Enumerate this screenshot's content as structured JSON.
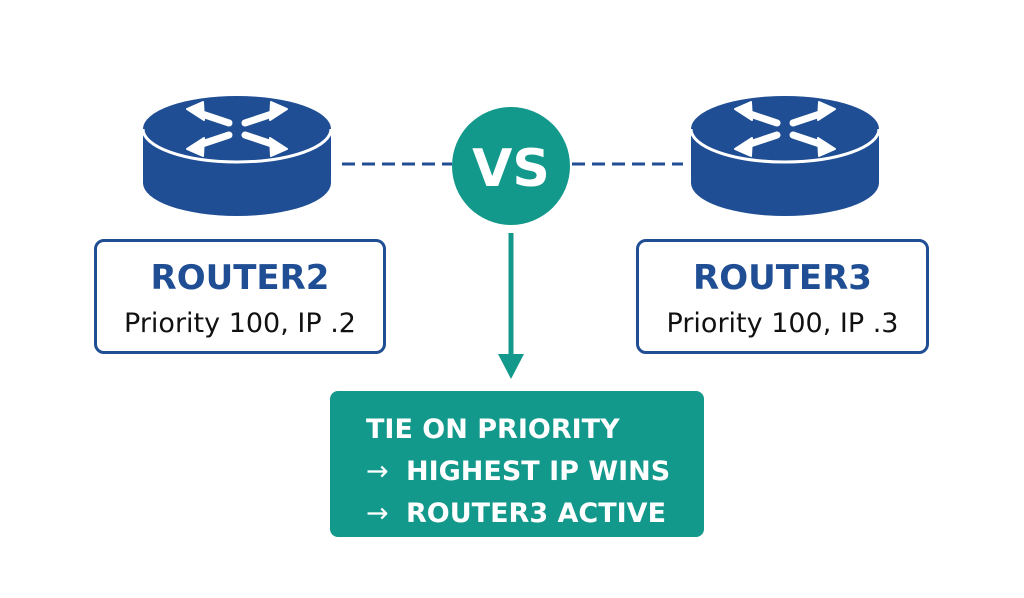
{
  "routers": [
    {
      "name": "ROUTER2",
      "details": "Priority 100, IP .2"
    },
    {
      "name": "ROUTER3",
      "details": "Priority 100, IP .3"
    }
  ],
  "vs_badge": {
    "label": "VS"
  },
  "result": {
    "lines": [
      {
        "prefix": "",
        "text": "TIE ON PRIORITY"
      },
      {
        "prefix": "→",
        "text": "HIGHEST IP WINS"
      },
      {
        "prefix": "→",
        "text": "ROUTER3 ACTIVE"
      }
    ]
  },
  "colors": {
    "router_blue": "#1f4e94",
    "accent_teal": "#13998b",
    "text_dark": "#111111"
  },
  "icons": {
    "router": "router-arrows-icon",
    "connector": "dashed-line",
    "flow": "down-arrow-icon"
  }
}
